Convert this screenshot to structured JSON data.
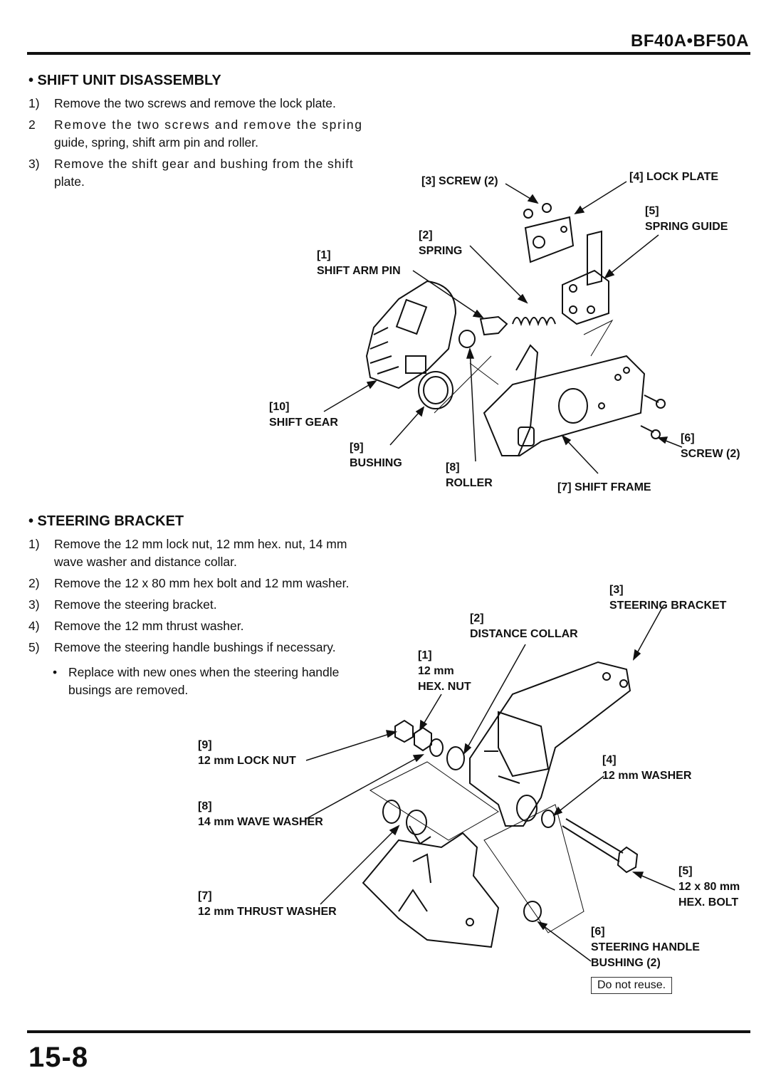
{
  "header": {
    "model": "BF40A•BF50A"
  },
  "footer": {
    "page_number": "15-8"
  },
  "section1": {
    "heading": "• SHIFT UNIT DISASSEMBLY",
    "steps": [
      {
        "num": "1)",
        "lines": [
          "Remove the two screws and remove the lock plate."
        ]
      },
      {
        "num": "2",
        "lines": [
          "Remove the two screws and remove the spring",
          "guide, spring, shift arm pin and roller."
        ]
      },
      {
        "num": "3)",
        "lines": [
          "Remove the shift gear and bushing from the shift",
          "plate."
        ]
      }
    ],
    "callouts": {
      "c3": {
        "num": "[3]",
        "text": "SCREW (2)"
      },
      "c4": {
        "num": "[4]",
        "text": "LOCK PLATE"
      },
      "c5": {
        "num": "[5]",
        "text": "SPRING GUIDE"
      },
      "c2": {
        "num": "[2]",
        "text": "SPRING"
      },
      "c1": {
        "num": "[1]",
        "text": "SHIFT ARM PIN"
      },
      "c10": {
        "num": "[10]",
        "text": "SHIFT GEAR"
      },
      "c9": {
        "num": "[9]",
        "text": "BUSHING"
      },
      "c8": {
        "num": "[8]",
        "text": "ROLLER"
      },
      "c7": {
        "num": "[7]",
        "text": "SHIFT FRAME"
      },
      "c6": {
        "num": "[6]",
        "text": "SCREW (2)"
      }
    }
  },
  "section2": {
    "heading": "• STEERING BRACKET",
    "steps": [
      {
        "num": "1)",
        "lines": [
          "Remove the 12 mm lock nut, 12 mm hex. nut, 14 mm",
          "wave washer and distance collar."
        ]
      },
      {
        "num": "2)",
        "lines": [
          "Remove the 12 x 80 mm hex bolt and 12 mm washer."
        ]
      },
      {
        "num": "3)",
        "lines": [
          "Remove the steering bracket."
        ]
      },
      {
        "num": "4)",
        "lines": [
          "Remove the 12 mm thrust washer."
        ]
      },
      {
        "num": "5)",
        "lines": [
          "Remove the steering handle bushings if necessary."
        ]
      }
    ],
    "bullet": {
      "mark": "•",
      "lines": [
        "Replace with new ones when the steering handle",
        "busings are removed."
      ]
    },
    "callouts": {
      "c3": {
        "num": "[3]",
        "text": "STEERING BRACKET"
      },
      "c2": {
        "num": "[2]",
        "text": "DISTANCE COLLAR"
      },
      "c1": {
        "num": "[1]",
        "line2": "12 mm",
        "line3": "HEX. NUT"
      },
      "c9": {
        "num": "[9]",
        "text": "12 mm LOCK NUT"
      },
      "c4": {
        "num": "[4]",
        "text": "12 mm WASHER"
      },
      "c8": {
        "num": "[8]",
        "text": "14 mm WAVE WASHER"
      },
      "c5": {
        "num": "[5]",
        "line2": "12 x 80 mm",
        "line3": "HEX. BOLT"
      },
      "c7": {
        "num": "[7]",
        "text": "12 mm THRUST WASHER"
      },
      "c6": {
        "num": "[6]",
        "line2": "STEERING HANDLE",
        "line3": "BUSHING (2)"
      },
      "note": "Do not reuse."
    }
  }
}
